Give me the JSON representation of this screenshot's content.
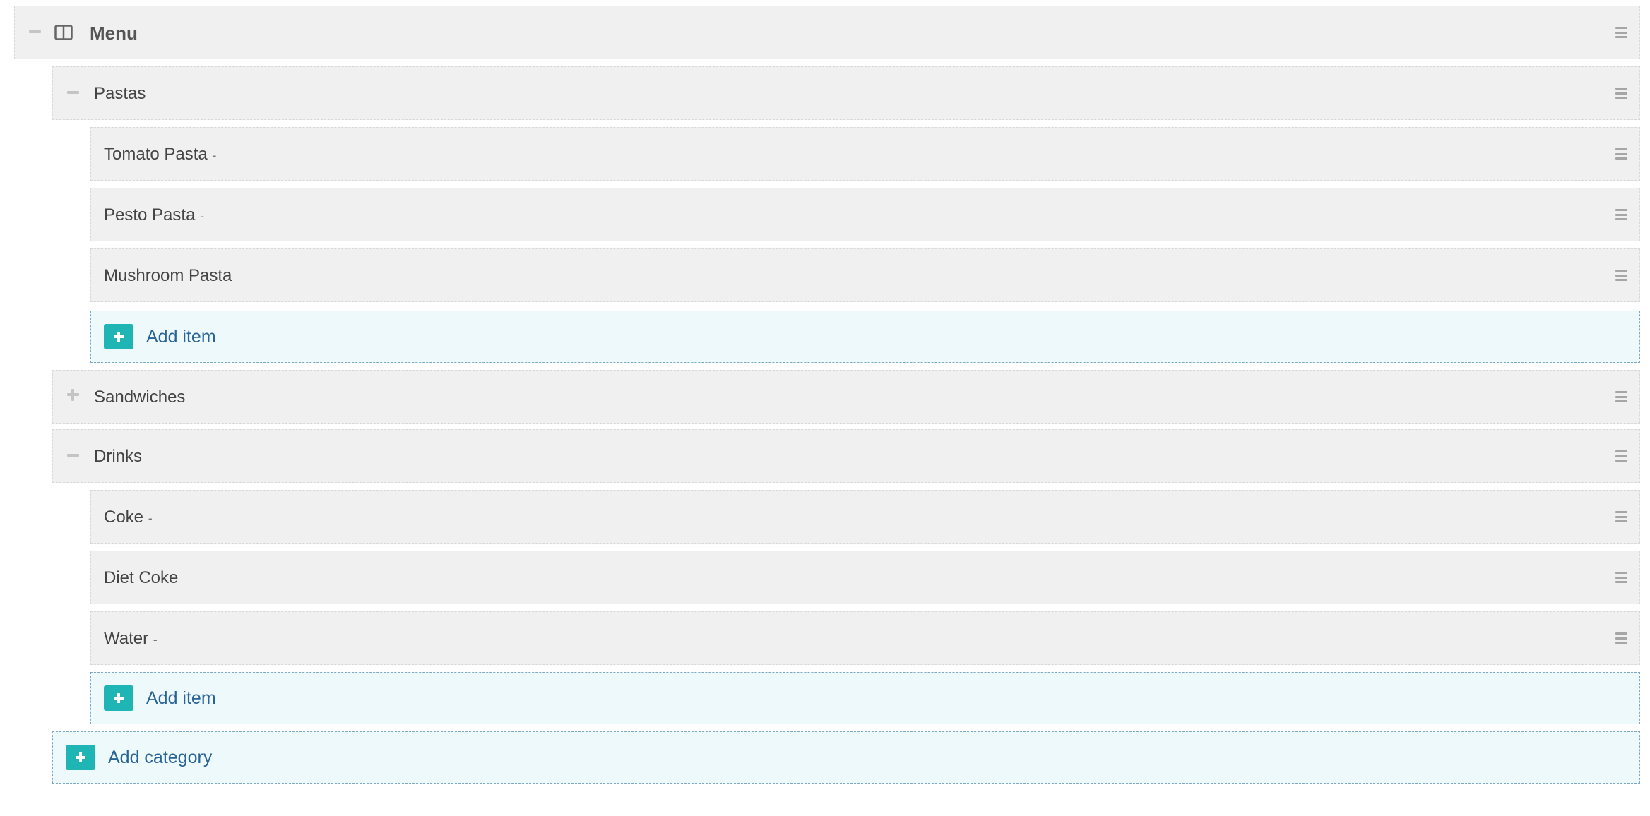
{
  "menu": {
    "title": "Menu",
    "toggle_icon": "minus",
    "layout_icon": "columns-icon"
  },
  "categories": [
    {
      "name": "Pastas",
      "toggle_icon": "minus",
      "items": [
        {
          "name": "Tomato Pasta",
          "suffix": "-"
        },
        {
          "name": "Pesto Pasta",
          "suffix": "-"
        },
        {
          "name": "Mushroom Pasta",
          "suffix": ""
        }
      ],
      "add_item_label": "Add item"
    },
    {
      "name": "Sandwiches",
      "toggle_icon": "plus"
    },
    {
      "name": "Drinks",
      "toggle_icon": "minus",
      "items": [
        {
          "name": "Coke",
          "suffix": "-"
        },
        {
          "name": "Diet Coke",
          "suffix": ""
        },
        {
          "name": "Water",
          "suffix": "-"
        }
      ],
      "add_item_label": "Add item"
    }
  ],
  "add_category_label": "Add category",
  "colors": {
    "row_background": "#f0f0f0",
    "add_row_background": "#eef9fc",
    "add_button": "#1fb5b4",
    "link_text": "#2a6496"
  }
}
